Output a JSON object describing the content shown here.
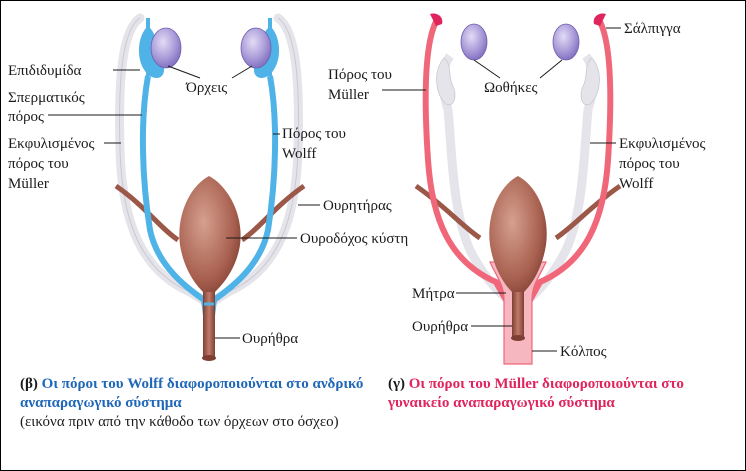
{
  "male": {
    "labels": {
      "epididymis": "Επιδιδυμίδα",
      "vas_deferens": "Σπερματικός\nπόρος",
      "degenerated_muller": "Εκφυλισμένος\nπόρος του\nMüller",
      "testes": "Όρχεις",
      "wolff_duct": "Πόρος του\nWolff",
      "ureter": "Ουρητήρας",
      "bladder": "Ουροδόχος κύστη",
      "urethra": "Ουρήθρα"
    },
    "caption": {
      "tag": "(β)",
      "highlight": "Οι πόροι του Wolff διαφοροποιούνται στο ανδρικό αναπαραγωγικό σύστημα",
      "note": "(εικόνα πριν από την κάθοδο των όρχεων στο όσχεο)"
    }
  },
  "female": {
    "labels": {
      "oviduct": "Σάλπιγγα",
      "muller_duct": "Πόρος του\nMüller",
      "ovaries": "Ωοθήκες",
      "degenerated_wolff": "Εκφυλισμένος\nπόρος του\nWolff",
      "uterus": "Μήτρα",
      "urethra": "Ουρήθρα",
      "vagina": "Κόλπος"
    },
    "caption": {
      "tag": "(γ)",
      "highlight": "Οι πόροι του Müller διαφοροποιούνται στο γυναικείο αναπαραγωγικό σύστημα"
    }
  },
  "colors": {
    "wolff_duct": "#4fb3e8",
    "muller_duct": "#f0677a",
    "degenerated_duct": "#e4e4ea",
    "gonad": "#a99ad8",
    "bladder": "#b06a58",
    "highlight_male": "#1f67b8",
    "highlight_female": "#e0245e"
  }
}
